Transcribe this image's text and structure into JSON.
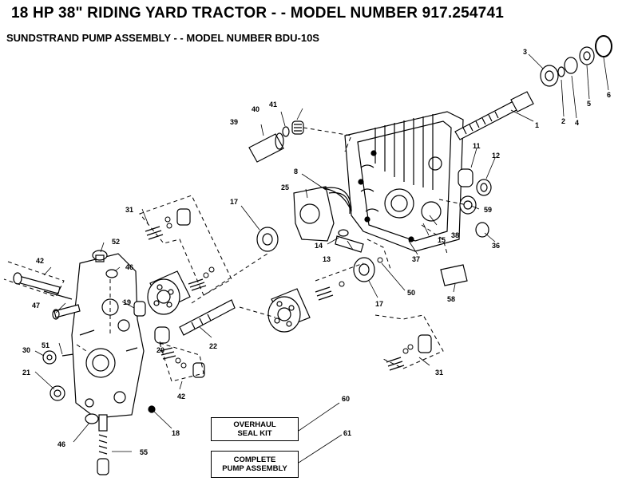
{
  "title": "18 HP 38\" RIDING YARD TRACTOR - - MODEL NUMBER 917.254741",
  "subtitle": "SUNDSTRAND PUMP ASSEMBLY - - MODEL NUMBER BDU-10S",
  "callouts": [
    {
      "id": "1",
      "label": "1"
    },
    {
      "id": "2",
      "label": "2"
    },
    {
      "id": "3",
      "label": "3"
    },
    {
      "id": "4",
      "label": "4"
    },
    {
      "id": "5",
      "label": "5"
    },
    {
      "id": "6",
      "label": "6"
    },
    {
      "id": "8",
      "label": "8"
    },
    {
      "id": "11",
      "label": "11"
    },
    {
      "id": "12",
      "label": "12"
    },
    {
      "id": "13",
      "label": "13"
    },
    {
      "id": "14",
      "label": "14"
    },
    {
      "id": "15",
      "label": "15"
    },
    {
      "id": "17a",
      "label": "17"
    },
    {
      "id": "17b",
      "label": "17"
    },
    {
      "id": "18",
      "label": "18"
    },
    {
      "id": "19",
      "label": "19"
    },
    {
      "id": "20",
      "label": "20"
    },
    {
      "id": "21",
      "label": "21"
    },
    {
      "id": "22",
      "label": "22"
    },
    {
      "id": "25",
      "label": "25"
    },
    {
      "id": "30",
      "label": "30"
    },
    {
      "id": "31a",
      "label": "31"
    },
    {
      "id": "31b",
      "label": "31"
    },
    {
      "id": "36",
      "label": "36"
    },
    {
      "id": "37",
      "label": "37"
    },
    {
      "id": "38",
      "label": "38"
    },
    {
      "id": "39",
      "label": "39"
    },
    {
      "id": "40",
      "label": "40"
    },
    {
      "id": "41",
      "label": "41"
    },
    {
      "id": "42a",
      "label": "42"
    },
    {
      "id": "42b",
      "label": "42"
    },
    {
      "id": "46a",
      "label": "46"
    },
    {
      "id": "46b",
      "label": "46"
    },
    {
      "id": "47",
      "label": "47"
    },
    {
      "id": "50",
      "label": "50"
    },
    {
      "id": "51",
      "label": "51"
    },
    {
      "id": "52",
      "label": "52"
    },
    {
      "id": "55",
      "label": "55"
    },
    {
      "id": "58",
      "label": "58"
    },
    {
      "id": "59",
      "label": "59"
    },
    {
      "id": "60",
      "label": "60"
    },
    {
      "id": "61",
      "label": "61"
    }
  ],
  "kits": {
    "overhaul": {
      "line1": "OVERHAUL",
      "line2": "SEAL KIT"
    },
    "complete": {
      "line1": "COMPLETE",
      "line2": "PUMP ASSEMBLY"
    }
  }
}
